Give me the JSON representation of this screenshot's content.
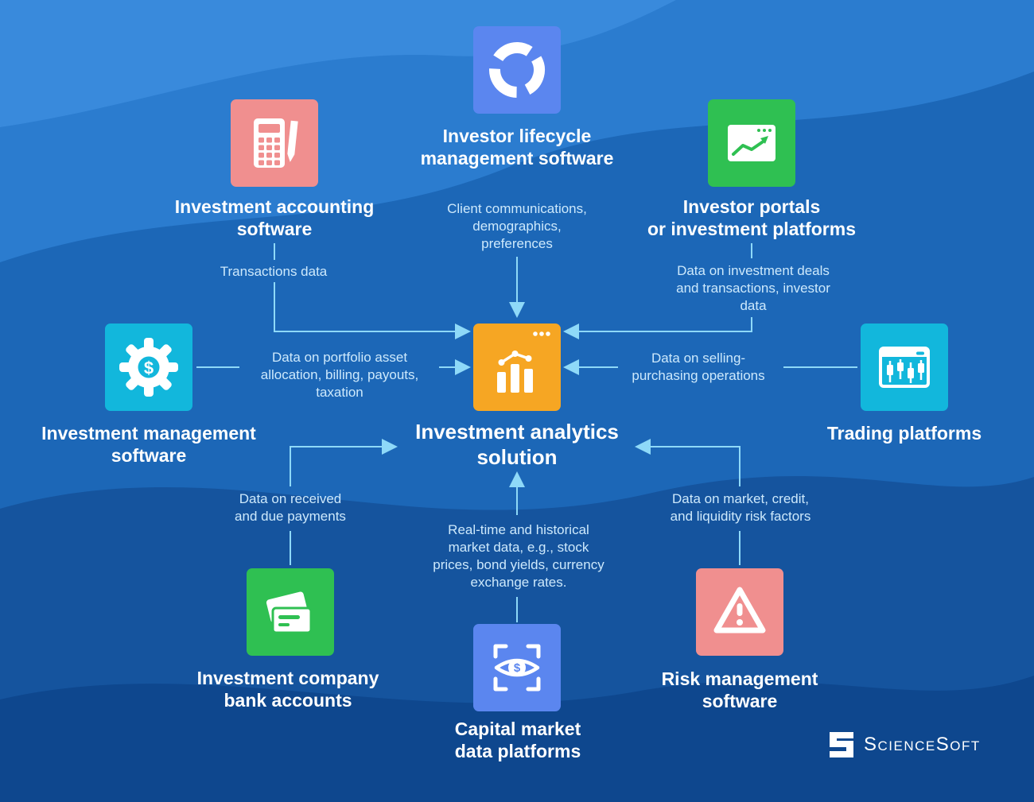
{
  "center": {
    "title": "Investment analytics\nsolution"
  },
  "nodes": {
    "lifecycle": {
      "label": "Investor lifecycle\nmanagement software",
      "flow": "Client communications,\ndemographics,\npreferences"
    },
    "accounting": {
      "label": "Investment accounting\nsoftware",
      "flow": "Transactions data"
    },
    "portals": {
      "label": "Investor portals\nor investment platforms",
      "flow": "Data on investment deals\nand transactions, investor\ndata"
    },
    "management": {
      "label": "Investment management\nsoftware",
      "flow": "Data on portfolio asset\nallocation, billing, payouts,\ntaxation"
    },
    "trading": {
      "label": "Trading platforms",
      "flow": "Data on selling-\npurchasing operations"
    },
    "bank": {
      "label": "Investment company\nbank accounts",
      "flow": "Data on received\nand due payments"
    },
    "capital": {
      "label": "Capital market\ndata platforms",
      "flow": "Real-time and historical\nmarket data, e.g., stock\nprices, bond yields, currency\nexchange rates."
    },
    "risk": {
      "label": "Risk management\nsoftware",
      "flow": "Data on market, credit,\nand liquidity risk factors"
    }
  },
  "logo": {
    "text": "ScienceSoft"
  },
  "colors": {
    "background_base": "#1c67b7",
    "background_wave_light": "#2b7ccf",
    "background_wave_lighter": "#398adc",
    "background_wave_dark": "#15549e",
    "background_wave_darker": "#0e478e",
    "connector": "#8ed9f8",
    "heading_text": "#ffffff",
    "flow_text": "#cde9fc",
    "icon_lifecycle": "#5b86ef",
    "icon_accounting": "#f08f8f",
    "icon_portals": "#2fc052",
    "icon_management": "#12b7dc",
    "icon_center": "#f6a623",
    "icon_trading": "#12b7dc",
    "icon_bank": "#2fc052",
    "icon_capital": "#5b86ef",
    "icon_risk": "#f08f8f"
  }
}
